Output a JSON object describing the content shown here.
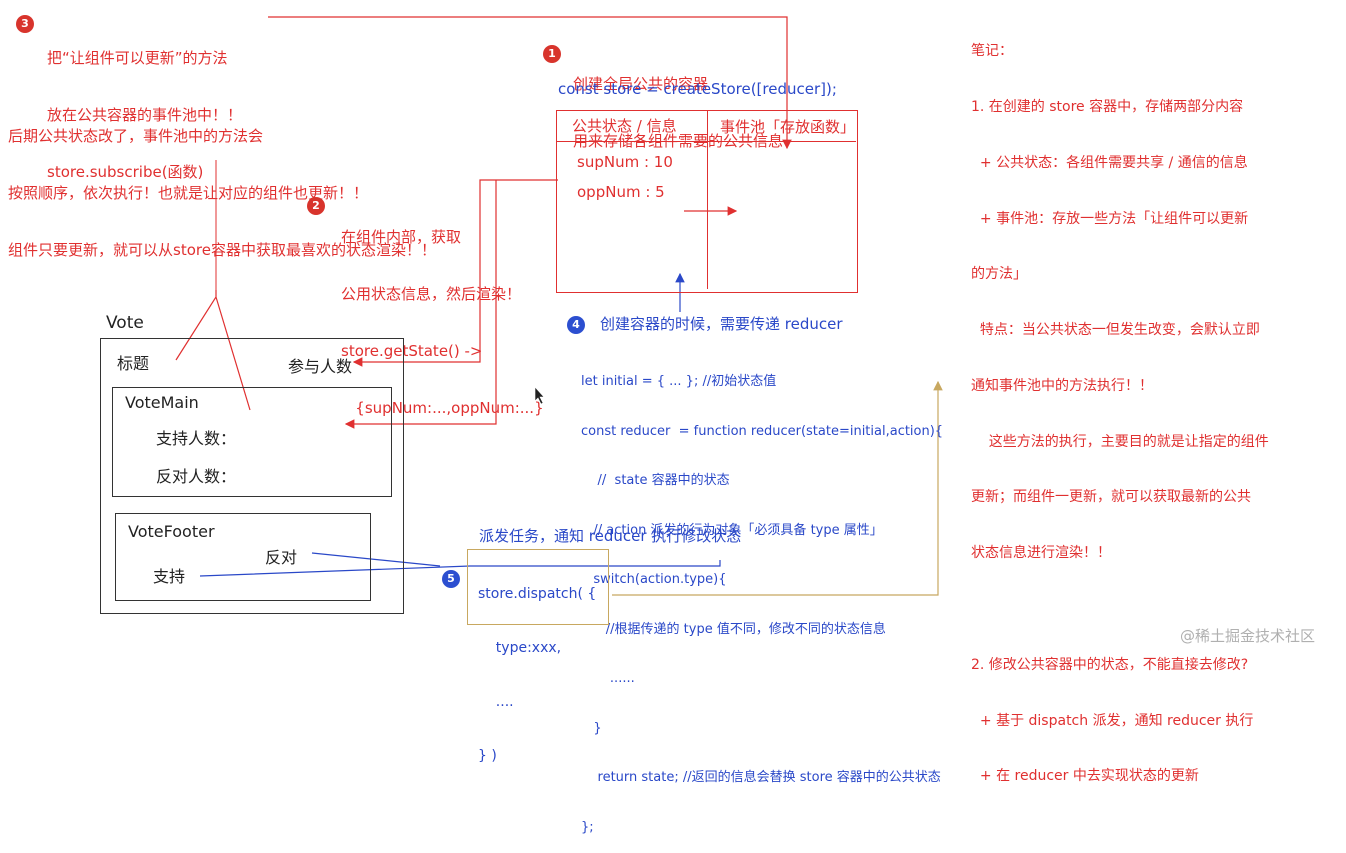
{
  "note3": {
    "badge": "3",
    "lines": [
      "把“让组件可以更新”的方法",
      "放在公共容器的事件池中！！",
      "store.subscribe(函数)"
    ]
  },
  "note3b": {
    "lines": [
      "后期公共状态改了，事件池中的方法会",
      "按照顺序，依次执行！也就是让对应的组件也更新！！",
      "组件只要更新，就可以从store容器中获取最喜欢的状态渲染！！"
    ]
  },
  "note1": {
    "badge": "1",
    "lines": [
      "创建全局公共的容器",
      "用来存储各组件需要的公共信息"
    ],
    "code": "const store = createStore([reducer]);"
  },
  "store_box": {
    "col1_header": "公共状态 / 信息",
    "col2_header": "事件池「存放函数」",
    "state_lines": [
      "supNum : 10",
      "oppNum : 5"
    ]
  },
  "note2": {
    "badge": "2",
    "lines": [
      "在组件内部，获取",
      "公用状态信息，然后渲染！",
      "store.getState() ->",
      "   {supNum:...,oppNum:...}"
    ]
  },
  "vote": {
    "label": "Vote",
    "title_text": "标题",
    "count_text": "参与人数",
    "main_label": "VoteMain",
    "support_count": "支持人数：",
    "oppose_count": "反对人数：",
    "footer_label": "VoteFooter",
    "support_btn": "支持",
    "oppose_btn": "反对"
  },
  "note4": {
    "badge": "4",
    "title": "创建容器的时候，需要传递 reducer",
    "code": [
      "let initial = { ... }; //初始状态值",
      "const reducer  = function reducer(state=initial,action){",
      "    //  state 容器中的状态",
      "   // action 派发的行为对象「必须具备 type 属性」",
      "   switch(action.type){",
      "      //根据传递的 type 值不同，修改不同的状态信息",
      "       ......",
      "   }",
      "    return state; //返回的信息会替换 store 容器中的公共状态",
      "};"
    ]
  },
  "note5": {
    "badge": "5",
    "title": "派发任务，通知 reducer 执行修改状态",
    "code": [
      "store.dispatch( {",
      "    type:xxx,",
      "    ....",
      "} )"
    ]
  },
  "side_notes": {
    "heading": "笔记：",
    "lines": [
      "1. 在创建的 store 容器中，存储两部分内容",
      "  + 公共状态：各组件需要共享 / 通信的信息",
      "  + 事件池：存放一些方法「让组件可以更新",
      "的方法」",
      "  特点：当公共状态一但发生改变，会默认立即",
      "通知事件池中的方法执行！！",
      "    这些方法的执行，主要目的就是让指定的组件",
      "更新；而组件一更新，就可以获取最新的公共",
      "状态信息进行渲染！！",
      "",
      "2. 修改公共容器中的状态，不能直接去修改?",
      "  + 基于 dispatch 派发，通知 reducer 执行",
      "  + 在 reducer 中去实现状态的更新"
    ]
  },
  "watermark": "@稀土掘金技术社区",
  "colors": {
    "red": "#e03030",
    "blue": "#2a48c8",
    "gold": "#c8a860",
    "dark": "#222222"
  }
}
